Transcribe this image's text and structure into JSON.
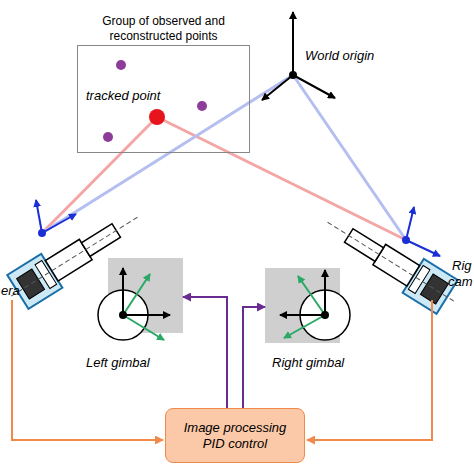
{
  "diagram": {
    "nodes": [
      {
        "text": [
          "Group of observed and reconstructed points",
          "tracked point"
        ]
      },
      {
        "text": [
          "Left gimbal"
        ]
      },
      {
        "text": [
          "Right gimbal"
        ]
      },
      {
        "text": [
          "Image processing PID control"
        ]
      }
    ],
    "edges": [
      {
        "from": 3,
        "to": 1,
        "arrow": "to"
      },
      {
        "from": 3,
        "to": 2,
        "arrow": "to"
      }
    ],
    "labels": [
      "World origin",
      "era",
      "Rig",
      "cam"
    ]
  }
}
